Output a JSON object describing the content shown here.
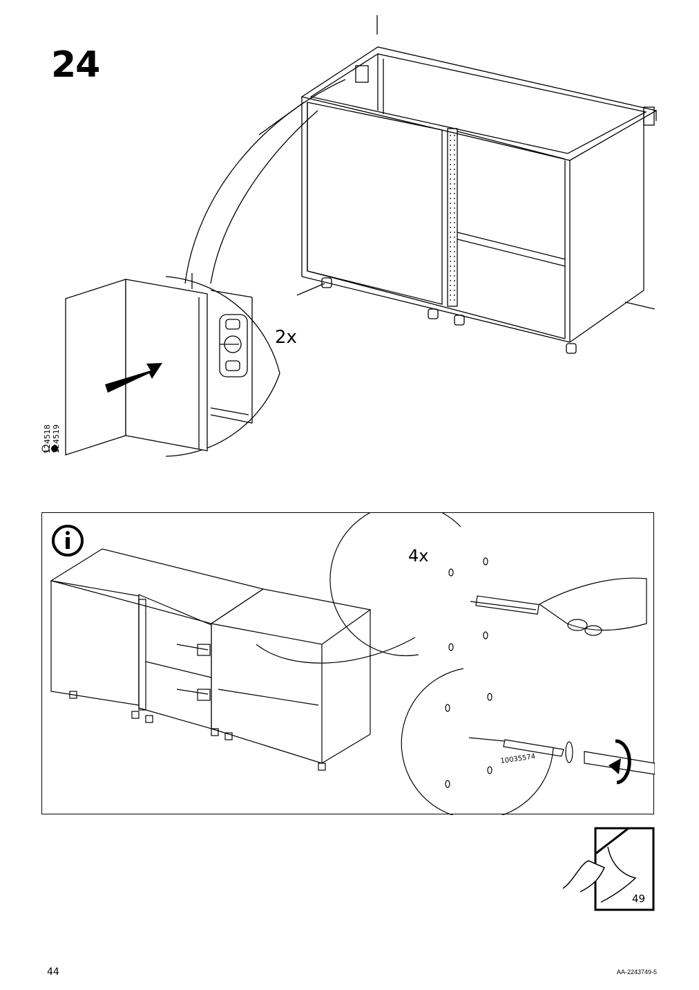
{
  "step": {
    "number": "24"
  },
  "callout": {
    "quantity": "2x"
  },
  "article_numbers": [
    "124518",
    "124519"
  ],
  "info_panel": {
    "icon": "info-circle-icon",
    "quantity": "4x",
    "screw_article": "10035574"
  },
  "continue_page": {
    "icon": "page-turn-icon",
    "page": "49"
  },
  "footer": {
    "page_number": "44",
    "doc_id": "AA-2243749-5"
  }
}
